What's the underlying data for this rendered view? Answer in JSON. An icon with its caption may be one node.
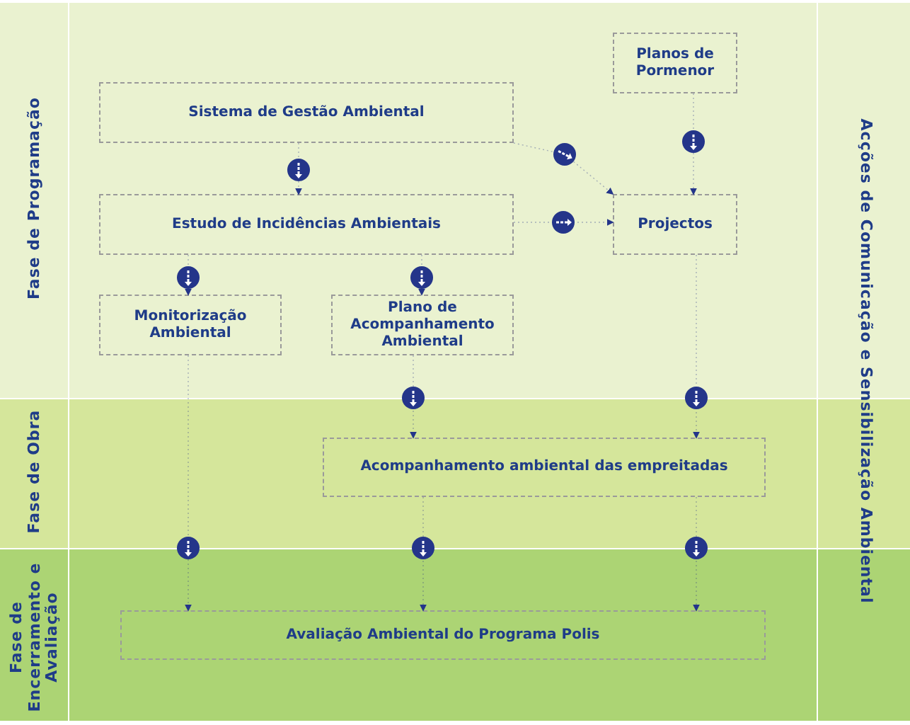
{
  "diagram": {
    "nodes": [
      {
        "text": [
          "Fase de Programação"
        ]
      },
      {
        "text": [
          "Fase de Obra"
        ]
      },
      {
        "text": [
          "Fase de Encerramento e Avaliação"
        ]
      },
      {
        "text": [
          "Acções de Comunicação e Sensibilização Ambiental"
        ]
      },
      {
        "text": [
          "Planos de Pormenor"
        ],
        "in": 0
      },
      {
        "text": [
          "Sistema de Gestão Ambiental"
        ],
        "in": 0
      },
      {
        "text": [
          "Estudo de Incidências Ambientais"
        ],
        "in": 0
      },
      {
        "text": [
          "Projectos"
        ],
        "in": 0
      },
      {
        "text": [
          "Monitorização Ambiental"
        ],
        "in": 0
      },
      {
        "text": [
          "Plano de Acompanhamento Ambiental"
        ],
        "in": 0
      },
      {
        "text": [
          "Acompanhamento ambiental das empreitadas"
        ],
        "in": 1
      },
      {
        "text": [
          "Avaliação Ambiental do Programa Polis"
        ],
        "in": 2
      }
    ],
    "edges": [
      {
        "from": 5,
        "to": 6,
        "arrow": "to"
      },
      {
        "from": 5,
        "to": 7,
        "arrow": "to"
      },
      {
        "from": 4,
        "to": 7,
        "arrow": "to"
      },
      {
        "from": 6,
        "to": 7,
        "arrow": "to"
      },
      {
        "from": 6,
        "to": 8,
        "arrow": "to"
      },
      {
        "from": 6,
        "to": 9,
        "arrow": "to"
      },
      {
        "from": 9,
        "to": 10,
        "arrow": "to"
      },
      {
        "from": 7,
        "to": 10,
        "arrow": "to"
      },
      {
        "from": 8,
        "to": 11,
        "arrow": "to"
      },
      {
        "from": 10,
        "to": 11,
        "arrow": "to"
      },
      {
        "from": 10,
        "to": 11,
        "arrow": "to"
      }
    ]
  }
}
